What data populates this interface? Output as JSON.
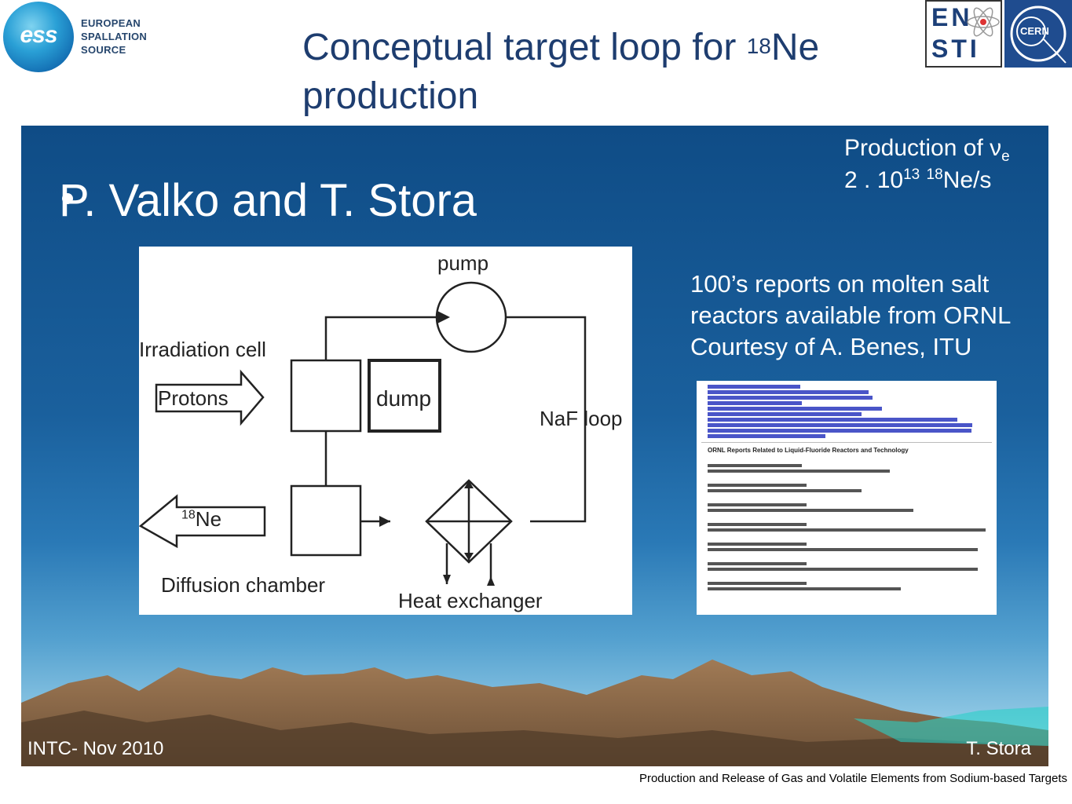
{
  "header": {
    "logo_left": [
      "EUROPEAN",
      "SPALLATION",
      "SOURCE"
    ],
    "logo_left_mark": "ess",
    "title_pre": "Conceptual  target loop for ",
    "title_sup": "18",
    "title_post": "Ne production",
    "logo_right_1": [
      "EN",
      "STI"
    ],
    "logo_right_2": "CERN"
  },
  "slide": {
    "bullet": "P. Valko and T. Stora",
    "production_line1": "Production of ν",
    "production_line1_sub": "e",
    "production_line2_pre": "2 . 10",
    "production_line2_sup1": "13",
    "production_line2_sup2": "18",
    "production_line2_post": "Ne/s",
    "reports_lines": [
      "100’s reports on molten salt",
      "reactors available from ORNL",
      "Courtesy of A. Benes, ITU"
    ],
    "diagram": {
      "pump": "pump",
      "irradiation_cell": "Irradiation cell",
      "protons": "Protons",
      "dump": "dump",
      "naf_loop": "NaF loop",
      "ne_sup": "18",
      "ne": "Ne",
      "diffusion_chamber": "Diffusion chamber",
      "heat_exchanger": "Heat exchanger"
    },
    "ornl_heading": "ORNL Reports Related to Liquid-Fluoride Reactors and Technology",
    "footer_left": "INTC- Nov 2010",
    "footer_right": "T. Stora"
  },
  "caption": "Production and Release of Gas and Volatile Elements from Sodium-based Targets",
  "colors": {
    "title": "#1e3d6f",
    "slide_top": "#0f4c86",
    "slide_bottom": "#c9e6f2",
    "mountains": "#8a6a4a",
    "cern_blue": "#1f4c8f"
  }
}
